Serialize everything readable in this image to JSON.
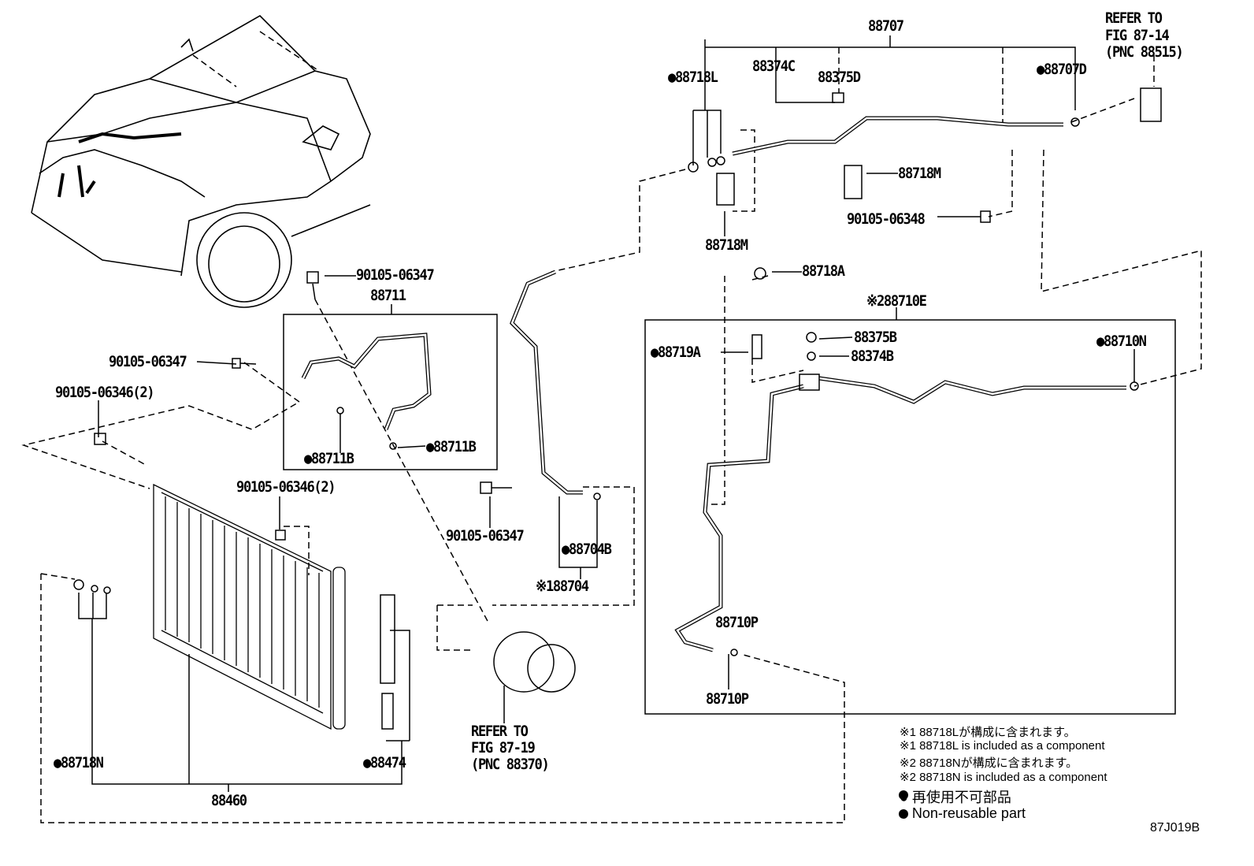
{
  "labels": [
    "88707",
    "REFER TO",
    "FIG 87-14",
    "(PNC 88515)",
    "●88718L",
    "88374C",
    "88375D",
    "●88707D",
    "88718M",
    "90105-06348",
    "88718M",
    "88718A",
    "※288710E",
    "●88719A",
    "88375B",
    "88374B",
    "●88710N",
    "90105-06347",
    "88711",
    "90105-06347",
    "90105-06346(2)",
    "●88711B",
    "●88711B",
    "90105-06346(2)",
    "90105-06347",
    "●88704B",
    "※188704",
    "88710P",
    "88710P",
    "REFER TO",
    "FIG 87-19",
    "(PNC 88370)",
    "●88718N",
    "●88474",
    "88460"
  ],
  "notes": [
    "※1 88718Lが構成に含まれます。",
    "※1 88718L  is included as a component",
    "※2 88718Nが構成に含まれます。",
    "※2 88718N  is included as a component",
    "● 再使用不可部品",
    "● Non-reusable part"
  ],
  "figure_code": "87J019B"
}
